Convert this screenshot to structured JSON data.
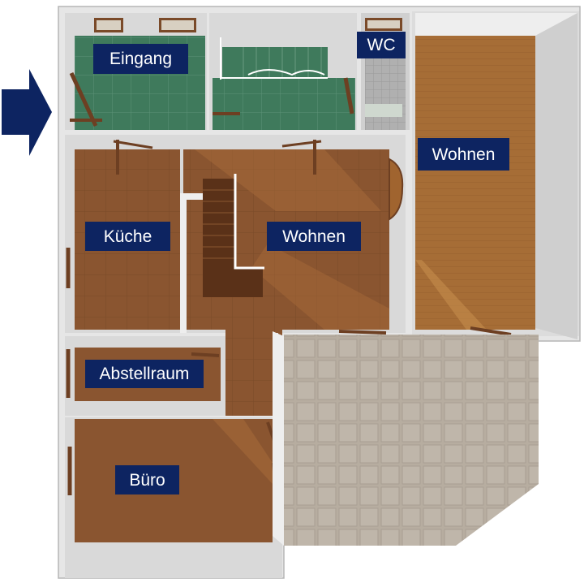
{
  "rooms": {
    "eingang": "Eingang",
    "wc": "WC",
    "wohnen_right": "Wohnen",
    "kueche": "Küche",
    "wohnen_center": "Wohnen",
    "abstellraum": "Abstellraum",
    "buero": "Büro"
  },
  "colors": {
    "label_background": "#0d2461",
    "label_text": "#ffffff",
    "entrance_arrow": "#0d2461",
    "wall": "#e4e4e4",
    "tile_green": "#3f7a5c",
    "wood_floor": "#8a5530",
    "wood_floor_light": "#a66d36",
    "terrace": "#b7ada0"
  },
  "icons": {
    "entrance": "arrow-right-icon"
  }
}
